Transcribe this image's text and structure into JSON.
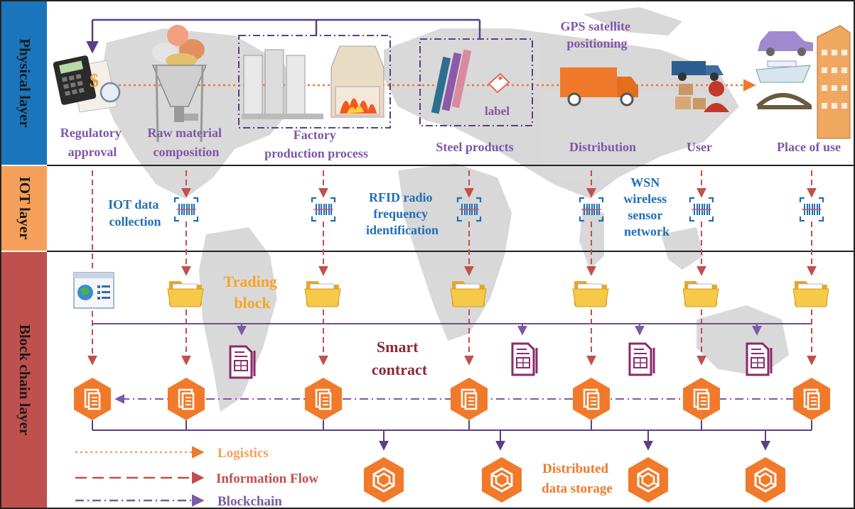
{
  "layers": {
    "physical": "Physical layer",
    "iot": "IOT layer",
    "blockchain": "Block chain layer"
  },
  "physical": {
    "gps": [
      "GPS satellite",
      "positioning"
    ],
    "label_tag": "label",
    "stages": {
      "regulatory": [
        "Regulatory",
        "approval"
      ],
      "raw_material": [
        "Raw material",
        "composition"
      ],
      "factory": [
        "Factory",
        "production process"
      ],
      "steel": [
        "Steel products"
      ],
      "distribution": [
        "Distribution"
      ],
      "user": [
        "User"
      ],
      "place_of_use": [
        "Place of use"
      ]
    }
  },
  "iot": {
    "data_collection": [
      "IOT data",
      "collection"
    ],
    "rfid": [
      "RFID radio",
      "frequency",
      "identification"
    ],
    "wsn": [
      "WSN",
      "wireless",
      "sensor",
      "network"
    ]
  },
  "chain": {
    "trading_block": [
      "Trading",
      "block"
    ],
    "smart_contract": [
      "Smart",
      "contract"
    ],
    "distributed_storage": [
      "Distributed",
      "data storage"
    ]
  },
  "legend": {
    "logistics": "Logistics",
    "information_flow": "Information Flow",
    "blockchain": "Blockchain"
  },
  "colors": {
    "physical_bar": "#1b75bc",
    "iot_bar": "#f5a05a",
    "chain_bar": "#c0504d",
    "orange": "#f07a2a",
    "info_red": "#c0504d",
    "chain_purple": "#7b5aa6",
    "blue_text": "#1f6fb5",
    "purple_text": "#7e57a8",
    "folder_yellow": "#f7c948",
    "contract_purple": "#8b2a6b",
    "map_gray": "#cfcfcf"
  }
}
